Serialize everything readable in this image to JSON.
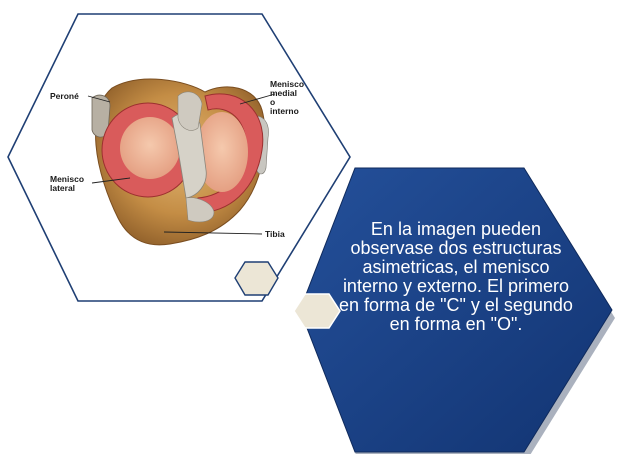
{
  "diagram": {
    "labels": {
      "perone": "Peroné",
      "menisco_medial": [
        "Menisco",
        "medial",
        "o",
        "interno"
      ],
      "menisco_lateral": [
        "Menisco",
        "lateral"
      ],
      "tibia": "Tibia"
    }
  },
  "caption": {
    "text": "En la imagen pueden observase dos estructuras asimetricas, el menisco interno y externo. El primero en forma de \"C\" y el segundo en forma en \"O\"."
  },
  "colors": {
    "frame_stroke": "#1f3f74",
    "panel_fill": "#1a3f80",
    "panel_edge": "#0f2a5c",
    "small_hex_fill": "#ece6d6",
    "bone": "#c9944e",
    "meniscus": "#d95b5b",
    "cartilage": "#f0b59c"
  }
}
